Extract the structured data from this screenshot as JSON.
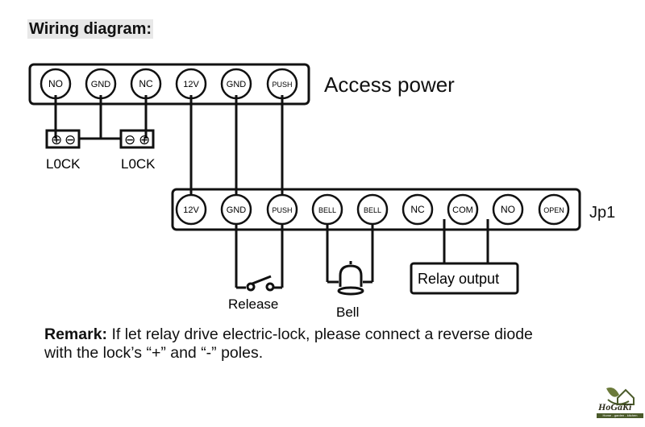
{
  "title": "Wiring diagram:",
  "access_power": {
    "label": "Access power",
    "terminals": [
      "NO",
      "GND",
      "NC",
      "12V",
      "GND",
      "PUSH"
    ]
  },
  "jp1": {
    "label": "Jp1",
    "terminals": [
      "12V",
      "GND",
      "PUSH",
      "BELL",
      "BELL",
      "NC",
      "COM",
      "NO",
      "OPEN"
    ]
  },
  "locks": [
    {
      "label": "L0CK",
      "symbols": [
        "⊕",
        "⊖"
      ]
    },
    {
      "label": "L0CK",
      "symbols": [
        "⊖",
        "⊕"
      ]
    }
  ],
  "release_label": "Release",
  "bell_label": "Bell",
  "relay_output_label": "Relay output",
  "remark": {
    "prefix": "Remark:",
    "text": " If let relay drive electric-lock, please connect a reverse diode with the lock’s “+” and “-” poles."
  },
  "logo": {
    "name": "HoGaKi",
    "tagline": "Home - garden - kitchen",
    "color": "#4a5a2a"
  }
}
